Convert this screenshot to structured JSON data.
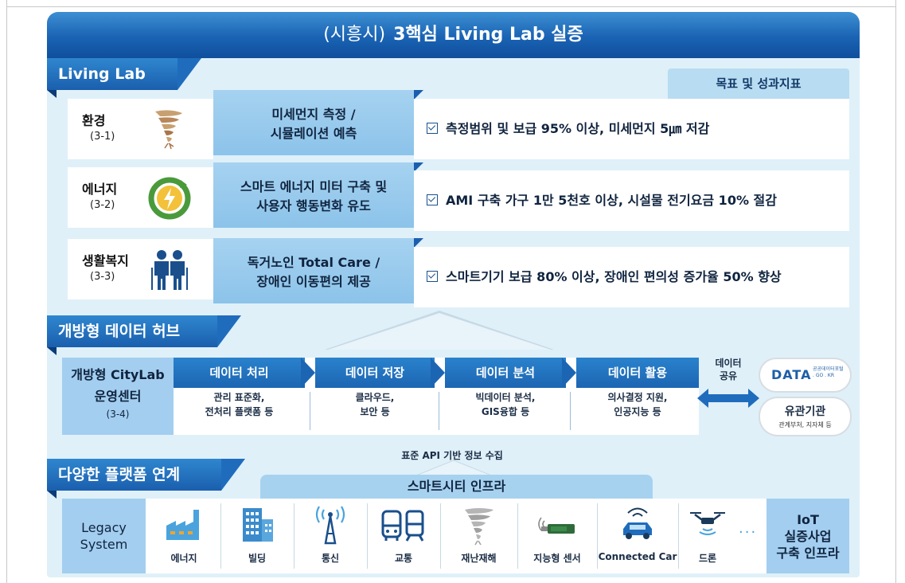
{
  "header": {
    "prefix": "(시흥시)",
    "title": "3핵심 Living Lab 실증"
  },
  "living_lab": {
    "section_label": "Living Lab",
    "goal_header": "목표 및 성과지표",
    "rows": [
      {
        "name": "환경",
        "code": "(3-1)",
        "icon": "tornado-icon",
        "desc": [
          "미세먼지 측정 /",
          "시뮬레이션 예측"
        ],
        "goal": "측정범위 및 보급 95% 이상, 미세먼지 5㎛ 저감"
      },
      {
        "name": "에너지",
        "code": "(3-2)",
        "icon": "energy-cycle-icon",
        "desc": [
          "스마트 에너지 미터 구축 및",
          "사용자 행동변화 유도"
        ],
        "goal": "AMI 구축 가구 1만 5천호 이상, 시설물 전기요금 10% 절감"
      },
      {
        "name": "생활복지",
        "code": "(3-3)",
        "icon": "elderly-people-icon",
        "desc": [
          "독거노인 Total Care /",
          "장애인 이동편의 제공"
        ],
        "goal": "스마트기기 보급 80% 이상, 장애인 편의성 증가율 50% 향상"
      }
    ]
  },
  "data_hub": {
    "section_label": "개방형 데이터 허브",
    "center": {
      "line1": "개방형 CityLab",
      "line2": "운영센터",
      "code": "(3-4)"
    },
    "steps": [
      {
        "title": "데이터 처리",
        "desc": [
          "관리 표준화,",
          "전처리 플랫폼 등"
        ]
      },
      {
        "title": "데이터 저장",
        "desc": [
          "클라우드,",
          "보안 등"
        ]
      },
      {
        "title": "데이터 분석",
        "desc": [
          "빅데이터 분석,",
          "GIS융합 등"
        ]
      },
      {
        "title": "데이터 활용",
        "desc": [
          "의사결정 지원,",
          "인공지능 등"
        ]
      }
    ],
    "share": {
      "line1": "데이터",
      "line2": "공유"
    },
    "data_portal": {
      "logo": "DATA",
      "sub1": "공공데이터포털",
      "sub2": ". GO . KR"
    },
    "agency": {
      "title": "유관기관",
      "sub": "관계부처, 지자체 등"
    }
  },
  "platform": {
    "section_label": "다양한 플랫폼 연계",
    "api_label": "표준 API 기반 정보 수집",
    "infra_title": "스마트시티 인프라",
    "legacy": [
      "Legacy",
      "System"
    ],
    "iot": [
      "IoT",
      "실증사업",
      "구축 인프라"
    ],
    "items": [
      {
        "label": "에너지",
        "icon": "factory-icon"
      },
      {
        "label": "빌딩",
        "icon": "building-icon"
      },
      {
        "label": "통신",
        "icon": "antenna-icon"
      },
      {
        "label": "교통",
        "icon": "bus-train-icon"
      },
      {
        "label": "재난재해",
        "icon": "disaster-tornado-icon"
      },
      {
        "label": "지능형 센서",
        "icon": "sensor-icon"
      },
      {
        "label": "Connected Car",
        "icon": "connected-car-icon"
      },
      {
        "label": "드론",
        "icon": "drone-icon"
      }
    ],
    "ellipsis": "···"
  }
}
